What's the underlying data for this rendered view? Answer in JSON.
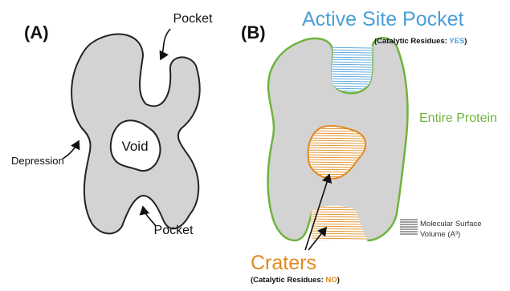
{
  "panel_a": {
    "label": "(A)",
    "pocket_top": "Pocket",
    "pocket_bottom": "Pocket",
    "void": "Void",
    "depression": "Depression"
  },
  "panel_b": {
    "label": "(B)",
    "active_site_title": "Active Site Pocket",
    "active_site_note_prefix": "(Catalytic Residues: ",
    "active_site_note_value": "YES",
    "note_suffix": ")",
    "entire_protein": "Entire Protein",
    "craters_title": "Craters",
    "craters_note_prefix": "(Catalytic Residues: ",
    "craters_note_value": "NO",
    "legend_line1": "Molecular Surface",
    "legend_line2": "Volume (A³)"
  },
  "colors": {
    "protein_fill": "#d3d3d3",
    "outline_a": "#222222",
    "outline_b": "#6fb33f",
    "active_site": "#4a9fd8",
    "craters": "#e08a1e",
    "hatch_gray": "#666666"
  }
}
